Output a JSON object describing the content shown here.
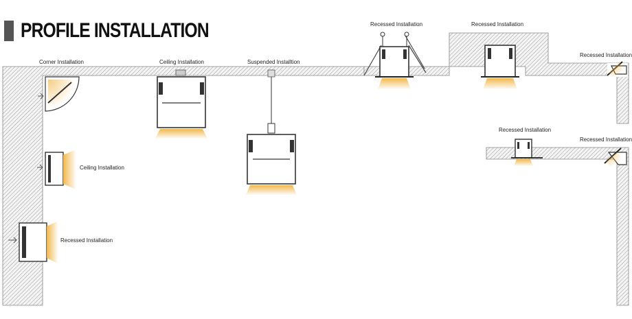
{
  "title": "PROFILE INSTALLATION",
  "labels": {
    "corner_installation": "Corner Installation",
    "ceiling_installation_top": "Ceiling Installation",
    "suspended_installation": "Suspended Installtion",
    "recessed_installation_1": "Recessed Installation",
    "recessed_installation_2": "Recessed Installation",
    "recessed_installation_corner_top": "Recessed Installation",
    "ceiling_installation_wall": "Ceiling Installation",
    "recessed_installation_wall": "Recessed Installation",
    "recessed_installation_small": "Recessed Installation",
    "recessed_installation_corner_low": "Recessed Installation"
  },
  "colors": {
    "hatch_line": "#9a9a9a",
    "hatch_bg": "#f4f4f4",
    "profile_stroke": "#333333",
    "light_glow": "#f2b84b",
    "title_bar": "#555555",
    "title_text": "#111111"
  }
}
